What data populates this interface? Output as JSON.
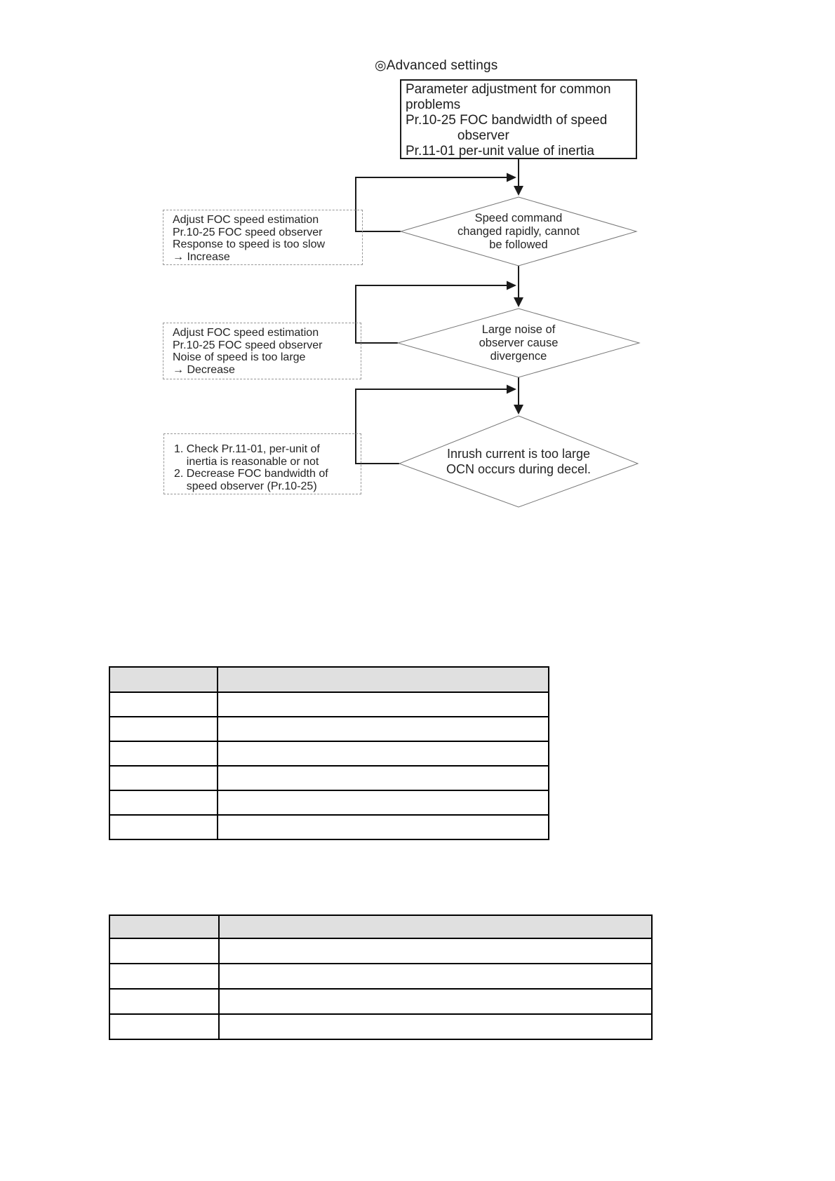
{
  "flowchart": {
    "title": "◎Advanced settings",
    "param_box_text": "Parameter adjustment for common\nproblems\nPr.10-25 FOC bandwidth of speed\n              observer\nPr.11-01 per-unit value of inertia",
    "decisions": [
      {
        "text": "Speed command\nchanged rapidly, cannot\nbe followed"
      },
      {
        "text": "Large noise of\nobserver cause\ndivergence"
      },
      {
        "text": "Inrush current is too large\nOCN occurs during decel."
      }
    ],
    "remedies": [
      {
        "text": "Adjust FOC speed estimation\nPr.10-25 FOC speed observer\nResponse to speed is too slow\n→ Increase"
      },
      {
        "text": "Adjust FOC speed estimation\nPr.10-25 FOC speed observer\nNoise of speed is too large\n→ Decrease"
      },
      {
        "text": "1. Check Pr.11-01, per-unit of\n    inertia is reasonable or not\n2. Decrease FOC bandwidth of\n    speed observer (Pr.10-25)"
      }
    ]
  },
  "tables": [
    {
      "header_cells": [
        "",
        ""
      ],
      "rows": [
        [
          "",
          ""
        ],
        [
          "",
          ""
        ],
        [
          "",
          ""
        ],
        [
          "",
          ""
        ],
        [
          "",
          ""
        ],
        [
          "",
          ""
        ]
      ]
    },
    {
      "header_cells": [
        "",
        ""
      ],
      "rows": [
        [
          "",
          ""
        ],
        [
          "",
          ""
        ],
        [
          "",
          ""
        ],
        [
          "",
          ""
        ]
      ]
    }
  ],
  "colors": {
    "flow_line": "#1a1a1a",
    "diamond_stroke": "#777777",
    "dashed_border": "#979797",
    "table_header_bg": "#e0e0e0",
    "table_border": "#000000",
    "text": "#222222"
  }
}
